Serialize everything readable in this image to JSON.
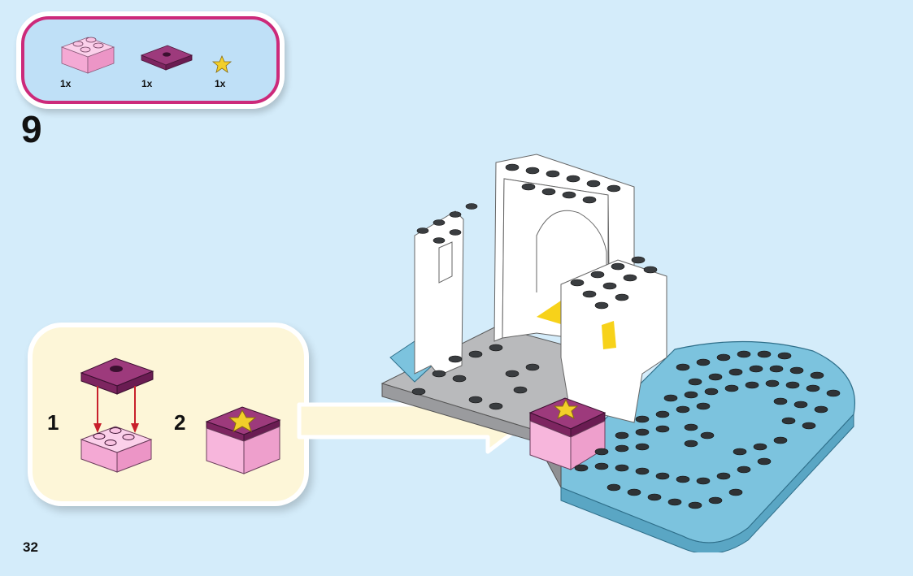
{
  "parts_list": [
    {
      "name": "pink brick 2x2",
      "qty": "1x"
    },
    {
      "name": "purple tile 2x2 with stud",
      "qty": "1x"
    },
    {
      "name": "gold star",
      "qty": "1x"
    }
  ],
  "step": {
    "number": "9"
  },
  "callout": {
    "substeps": [
      {
        "number": "1"
      },
      {
        "number": "2"
      }
    ]
  },
  "page": {
    "number": "32"
  },
  "colors": {
    "background": "#d4ecfa",
    "parts_border": "#cc2a7a",
    "callout_bg": "#fdf6d8",
    "arrow_red": "#c8202b",
    "pink": "#f7b6dc",
    "purple": "#8c2a6b",
    "light_blue": "#7cc3de",
    "gold": "#f2cf2a"
  }
}
